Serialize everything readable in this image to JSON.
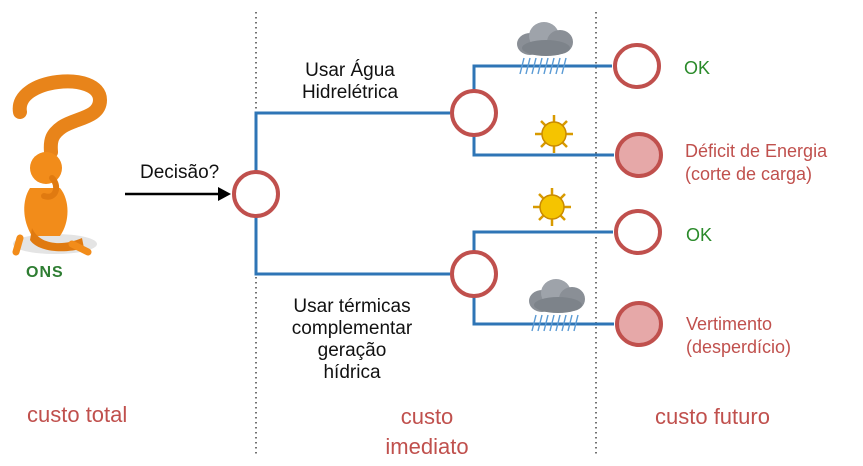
{
  "decision_label": "Decisão?",
  "branch_top_label": [
    "Usar Água",
    "Hidrelétrica"
  ],
  "branch_bottom_label": [
    "Usar térmicas",
    "complementar",
    "geração",
    "hídrica"
  ],
  "outcomes": [
    {
      "text": [
        "OK"
      ],
      "color": "#2a8a2a",
      "filled": false
    },
    {
      "text": [
        "Déficit de Energia",
        "(corte de carga)"
      ],
      "color": "#c0504d",
      "filled": true
    },
    {
      "text": [
        "OK"
      ],
      "color": "#2a8a2a",
      "filled": false
    },
    {
      "text": [
        "Vertimento",
        "(desperdício)"
      ],
      "color": "#c0504d",
      "filled": true
    }
  ],
  "bottom_labels": {
    "custo_total": "custo total",
    "custo_imediato": [
      "custo",
      "imediato"
    ],
    "custo_futuro": "custo futuro"
  },
  "logo_text": "ONS",
  "icons": [
    "thinking-person-icon",
    "question-mark-icon",
    "rain-cloud-icon",
    "sun-icon"
  ],
  "colors": {
    "line_blue": "#2e75b6",
    "node_border": "#c0504d",
    "node_fill_filled": "#e6a8a8",
    "text_red": "#c0504d",
    "text_green": "#2a8a2a",
    "person_orange": "#f28c1a",
    "question_orange": "#e8841a"
  }
}
